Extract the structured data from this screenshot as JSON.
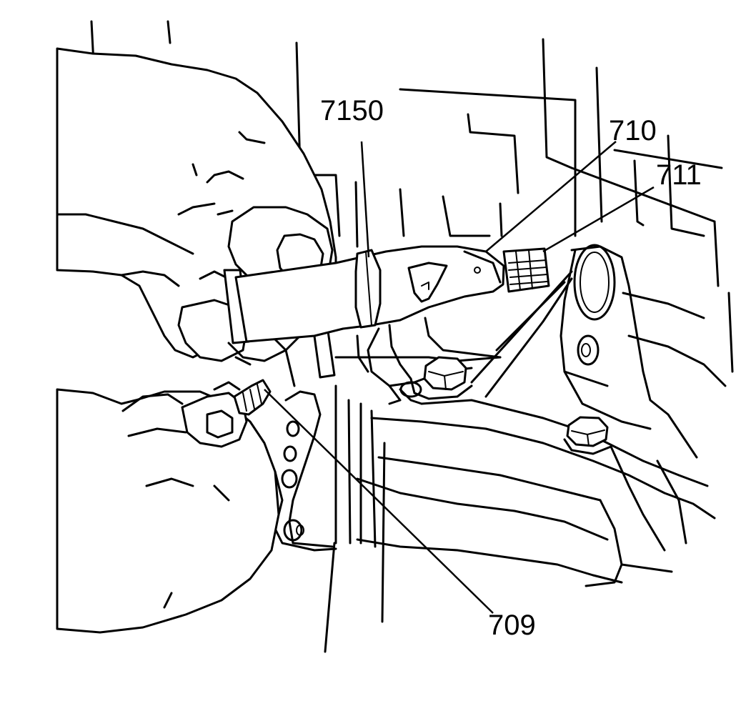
{
  "diagram": {
    "callouts": [
      {
        "id": "7150",
        "label": "7150"
      },
      {
        "id": "710",
        "label": "710"
      },
      {
        "id": "711",
        "label": "711"
      },
      {
        "id": "709",
        "label": "709"
      }
    ],
    "colors": {
      "line": "#000000",
      "background": "#ffffff"
    }
  }
}
